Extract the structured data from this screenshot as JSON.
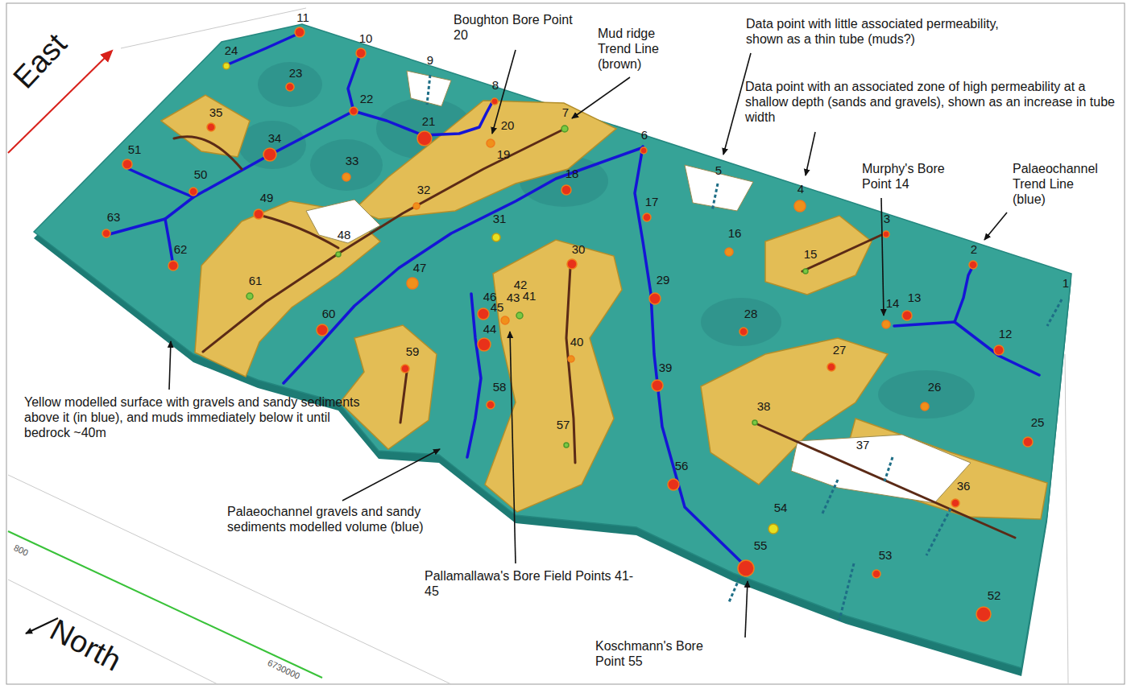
{
  "diagram": {
    "labels": [
      "East",
      "Boughton Bore Point 20",
      "Mud ridge Trend Line (brown)",
      "Data point with little associated permeability, shown as a thin tube (muds?)",
      "Data point with an associated zone of high permeability at a shallow depth (sands and gravels), shown as an increase in tube width",
      "Murphy's Bore Point 14",
      "Palaeochannel Trend Line (blue)",
      "Yellow modelled surface with gravels and sandy sediments above it (in blue), and muds immediately below it until bedrock ~40m",
      "Palaeochannel gravels and sandy sediments modelled volume (blue)",
      "Pallamallawa's Bore Field Points 41-45",
      "Koschmann's Bore Point 55",
      "North",
      "800",
      "6730000",
      "1",
      "2",
      "3",
      "4",
      "5",
      "6",
      "7",
      "8",
      "9",
      "10",
      "11",
      "12",
      "13",
      "14",
      "15",
      "16",
      "17",
      "18",
      "19",
      "20",
      "21",
      "22",
      "23",
      "24",
      "25",
      "26",
      "27",
      "28",
      "29",
      "30",
      "31",
      "32",
      "33",
      "34",
      "35",
      "36",
      "37",
      "38",
      "39",
      "40",
      "41",
      "42",
      "43",
      "44",
      "45",
      "46",
      "47",
      "48",
      "49",
      "50",
      "51",
      "52",
      "53",
      "54",
      "55",
      "56",
      "57",
      "58",
      "59",
      "60",
      "61",
      "62",
      "63"
    ]
  }
}
